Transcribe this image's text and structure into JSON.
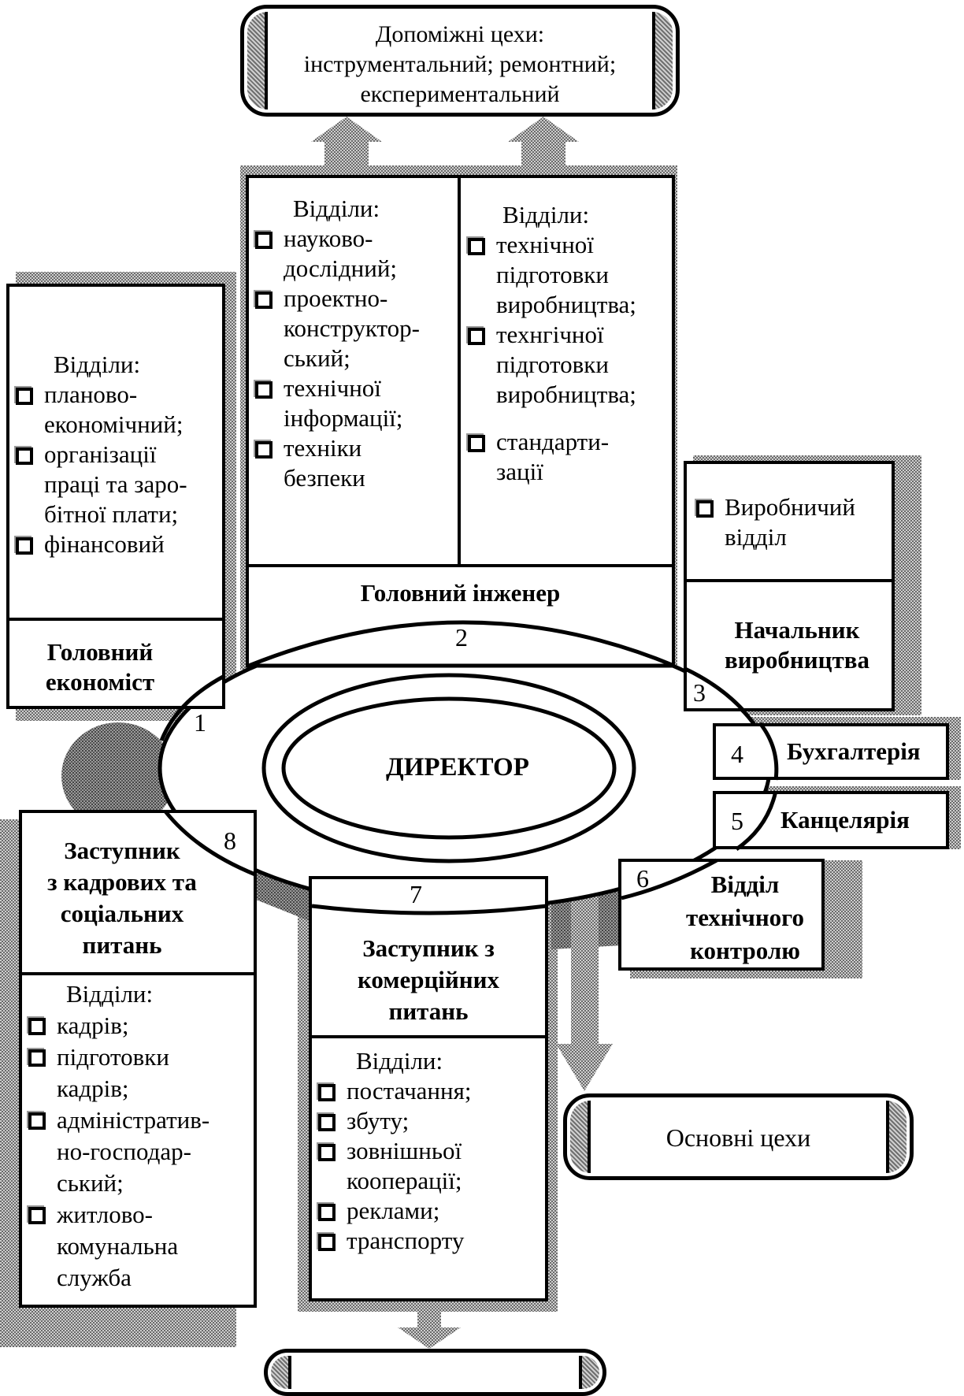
{
  "top_workshop": {
    "lines": [
      "Допоміжні цехи:",
      "інструментальний; ремонтний;",
      "експериментальний"
    ]
  },
  "chief_engineer": {
    "number": "2",
    "title": "Головний інженер",
    "left_column": {
      "heading": "Відділи:",
      "items": [
        "науково-дослідний;",
        "проектно-конструктор-ський;",
        "технічної інформації;",
        "техніки безпеки"
      ],
      "lines": [
        [
          "науково-",
          "дослідний;"
        ],
        [
          "проектно-",
          "конструктор-",
          "ський;"
        ],
        [
          "технічної",
          "інформації;"
        ],
        [
          "техніки",
          "безпеки"
        ]
      ]
    },
    "right_column": {
      "heading": "Відділи:",
      "items": [
        "технічної підготовки виробництва;",
        "технгічної підготовки виробництва;",
        "стандарти-зації"
      ],
      "lines": [
        [
          "технічної",
          "підготовки",
          "виробництва;"
        ],
        [
          "технгічної",
          "підготовки",
          "виробництва;"
        ],
        [
          "стандарти-",
          "зації"
        ]
      ]
    }
  },
  "chief_economist": {
    "number": "1",
    "title_lines": [
      "Головний",
      "економіст"
    ],
    "heading": "Відділи:",
    "items": [
      "планово-економічний;",
      "організації праці та заробітної плати;",
      "фінансовий"
    ],
    "lines": [
      [
        "планово-",
        "економічний;"
      ],
      [
        "організації",
        "праці та заро-",
        "бітної плати;"
      ],
      [
        "фінансовий"
      ]
    ]
  },
  "production_head": {
    "number": "3",
    "title_lines": [
      "Начальник",
      "виробництва"
    ],
    "items": [
      "Виробничий відділ"
    ],
    "lines": [
      [
        "Виробничий",
        "відділ"
      ]
    ]
  },
  "accounting": {
    "number": "4",
    "title": "Бухгалтерія"
  },
  "chancellery": {
    "number": "5",
    "title": "Канцелярія"
  },
  "quality_control": {
    "number": "6",
    "title_lines": [
      "Відділ",
      "технічного",
      "контролю"
    ]
  },
  "commercial_deputy": {
    "number": "7",
    "title_lines": [
      "Заступник з",
      "комерційних",
      "питань"
    ],
    "heading": "Відділи:",
    "items": [
      "постачання;",
      "збуту;",
      "зовнішньої кооперації;",
      "реклами;",
      "транспорту"
    ],
    "lines": [
      [
        "постачання;"
      ],
      [
        "збуту;"
      ],
      [
        "зовнішньої",
        "кооперації;"
      ],
      [
        "реклами;"
      ],
      [
        "транспорту"
      ]
    ]
  },
  "hr_deputy": {
    "number": "8",
    "title_lines": [
      "Заступник",
      "з кадрових та",
      "соціальних",
      "питань"
    ],
    "heading": "Відділи:",
    "items": [
      "кадрів;",
      "підготовки кадрів;",
      "адміністративно-господарський;",
      "житлово-комунальна служба"
    ],
    "lines": [
      [
        "кадрів;"
      ],
      [
        "підготовки",
        "кадрів;"
      ],
      [
        "адміністратив-",
        "но-господар-",
        "ський;"
      ],
      [
        "житлово-",
        "комунальна",
        "служба"
      ]
    ]
  },
  "director": {
    "title": "ДИРЕКТОР"
  },
  "main_workshops": {
    "title": "Основні цехи"
  },
  "bottom_box": {
    "title": ""
  }
}
